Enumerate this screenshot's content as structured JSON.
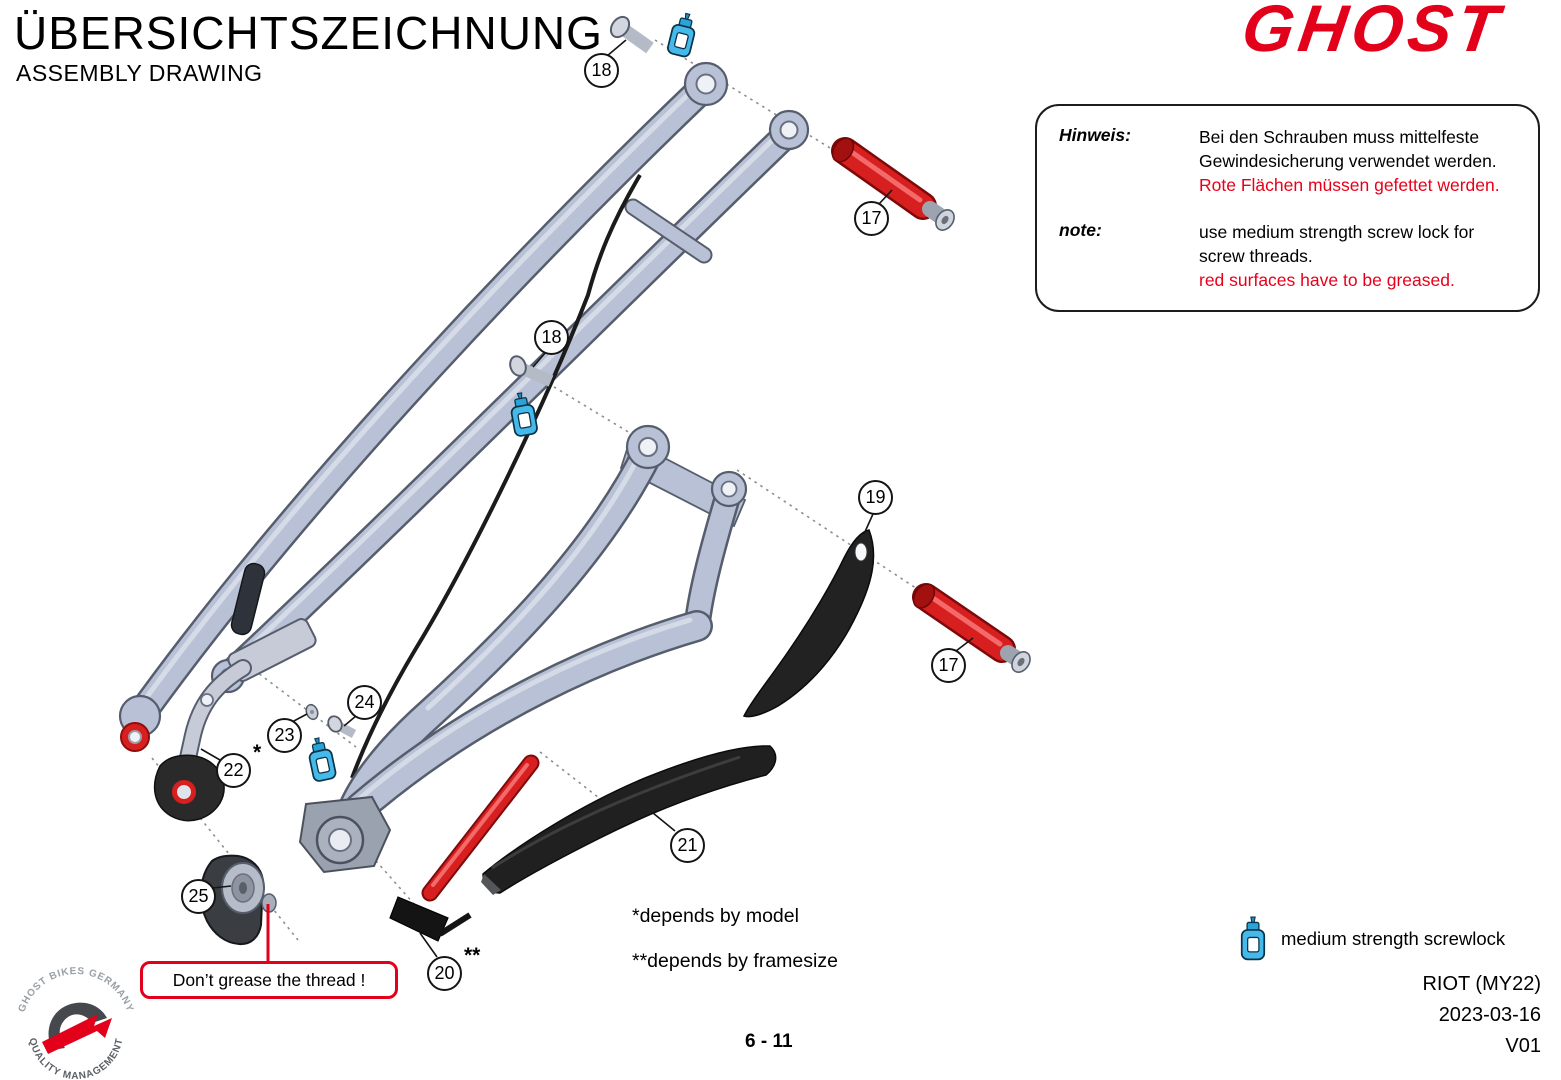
{
  "header": {
    "title": "ÜBERSICHTSZEICHNUNG",
    "subtitle": "ASSEMBLY DRAWING"
  },
  "brand": {
    "logo_text": "GHOST"
  },
  "note_box": {
    "de": {
      "label": "Hinweis:",
      "lines": [
        "Bei den Schrauben muss mittelfeste",
        "Gewindesicherung verwendet werden."
      ],
      "red_line": "Rote Flächen müssen gefettet werden."
    },
    "en": {
      "label": "note:",
      "lines": [
        "use medium strength screw lock for",
        "screw threads."
      ],
      "red_line": "red surfaces have to be greased."
    }
  },
  "callouts": [
    {
      "n": "18"
    },
    {
      "n": "17"
    },
    {
      "n": "18"
    },
    {
      "n": "19"
    },
    {
      "n": "17"
    },
    {
      "n": "24"
    },
    {
      "n": "23"
    },
    {
      "n": "22",
      "suffix": "*"
    },
    {
      "n": "21"
    },
    {
      "n": "25"
    },
    {
      "n": "20",
      "suffix": "**"
    }
  ],
  "annotations": {
    "dont_grease": "Don’t grease the thread !",
    "depends_model": "*depends by model",
    "depends_framesize": "**depends by framesize"
  },
  "legend": {
    "screwlock_label": "medium strength screwlock"
  },
  "footer": {
    "page": "6 - 11",
    "model": "RIOT (MY22)",
    "date": "2023-03-16",
    "version": "V01"
  },
  "qm_logo": {
    "arc_top": "GHOST BIKES GERMANY",
    "arc_bottom": "QUALITY MANAGEMENT"
  },
  "icons": {
    "screwlock_bottle": "screwlock-bottle-icon"
  },
  "colors": {
    "brand_red": "#e2001a",
    "alert_red": "#e8001a",
    "greased_part_red": "#d81f1f",
    "frame_gray": "#b8c1d5",
    "screwlock_blue": "#45b9ea"
  }
}
